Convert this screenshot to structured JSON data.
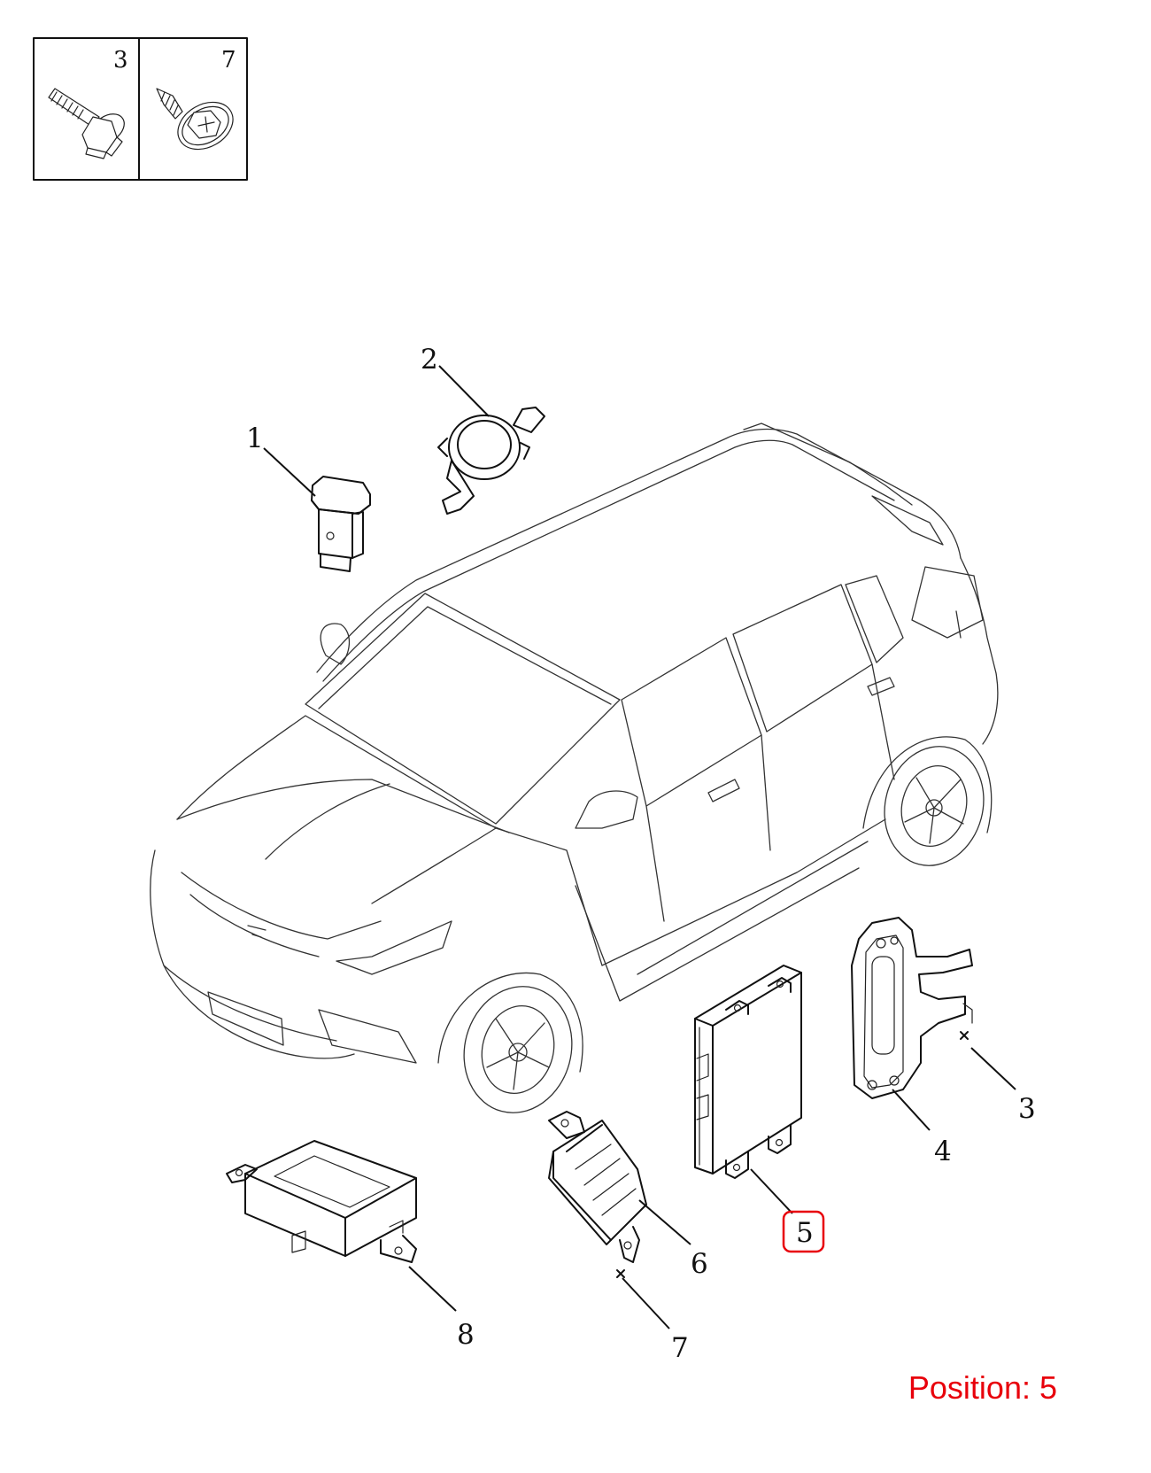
{
  "inset": {
    "cells": [
      {
        "number": "3",
        "icon": "hex-flange-bolt-icon"
      },
      {
        "number": "7",
        "icon": "self-tapping-screw-icon"
      }
    ]
  },
  "callouts": [
    "1",
    "2",
    "3",
    "4",
    "5",
    "6",
    "7",
    "8"
  ],
  "highlight": {
    "number": "5",
    "color": "#e8000b"
  },
  "position_label": "Position: 5",
  "colors": {
    "line": "#111111",
    "highlight": "#e8000b",
    "background": "#ffffff"
  }
}
